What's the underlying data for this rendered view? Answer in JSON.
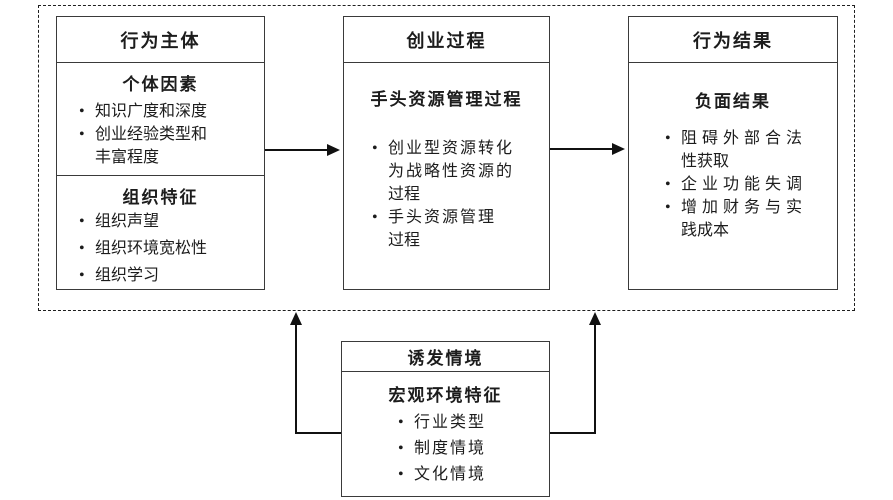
{
  "diagram": {
    "bullet_glyph": "•",
    "colors": {
      "background": "#ffffff",
      "border": "#3a3a3a",
      "line": "#111111",
      "text": "#1c1c1c"
    },
    "boxes": {
      "subject": {
        "header": "行为主体",
        "sections": [
          {
            "title": "个体因素",
            "bullets": [
              {
                "lines": [
                  "知识广度和深度"
                ]
              },
              {
                "lines": [
                  "创业经验类型和",
                  "丰富程度"
                ]
              }
            ]
          },
          {
            "title": "组织特征",
            "bullets": [
              {
                "lines": [
                  "组织声望"
                ]
              },
              {
                "lines": [
                  "组织环境宽松性"
                ]
              },
              {
                "lines": [
                  "组织学习"
                ]
              }
            ]
          }
        ]
      },
      "process": {
        "header": "创业过程",
        "title": "手头资源管理过程",
        "bullets": [
          {
            "lines": [
              "创业型资源转化",
              "为战略性资源的",
              "过程"
            ]
          },
          {
            "lines": [
              "手头资源管理",
              "过程"
            ]
          }
        ]
      },
      "outcome": {
        "header": "行为结果",
        "title": "负面结果",
        "bullets": [
          {
            "lines": [
              "阻碍外部合法",
              "性获取"
            ]
          },
          {
            "lines": [
              "企业功能失调"
            ]
          },
          {
            "lines": [
              "增加财务与实",
              "践成本"
            ]
          }
        ]
      },
      "context": {
        "header": "诱发情境",
        "title": "宏观环境特征",
        "bullets": [
          {
            "lines": [
              "行业类型"
            ]
          },
          {
            "lines": [
              "制度情境"
            ]
          },
          {
            "lines": [
              "文化情境"
            ]
          }
        ]
      }
    }
  }
}
